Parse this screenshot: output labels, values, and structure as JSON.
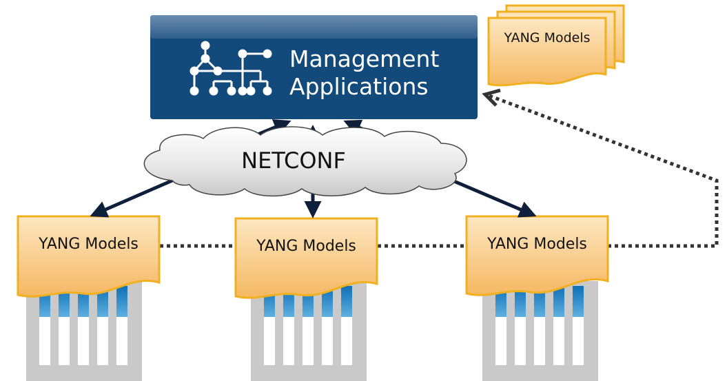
{
  "management": {
    "title_line1": "Management",
    "title_line2": "Applications"
  },
  "protocol": {
    "label": "NETCONF"
  },
  "model_stack": {
    "label": "YANG Models"
  },
  "devices": [
    {
      "model_label": "YANG Models"
    },
    {
      "model_label": "YANG Models"
    },
    {
      "model_label": "YANG Models"
    }
  ],
  "colors": {
    "mgmt_box": "#124a7c",
    "yang_fill": "#f7c276",
    "yang_border": "#f0b020",
    "arrow": "#0d1f3a",
    "dotted": "#333333",
    "port": "#1a82c4",
    "rack": "#c9c9c9"
  }
}
